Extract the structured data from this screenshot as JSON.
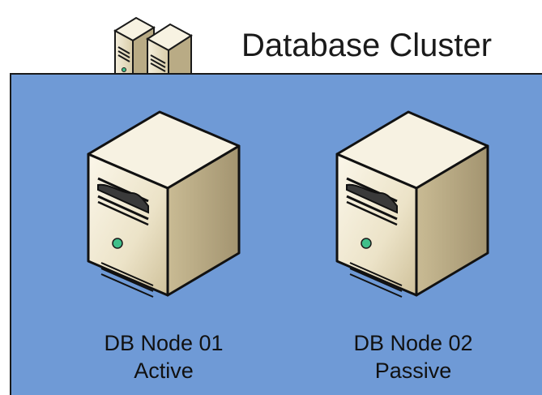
{
  "cluster": {
    "title": "Database Cluster",
    "icon": "server-cluster-icon",
    "fill_color": "#6f9ad6"
  },
  "nodes": [
    {
      "name": "DB Node 01",
      "role": "Active",
      "icon": "server-tower-icon"
    },
    {
      "name": "DB Node 02",
      "role": "Passive",
      "icon": "server-tower-icon"
    }
  ],
  "colors": {
    "server_front": "#eee6cf",
    "server_side": "#b9ab85",
    "server_top": "#f7f2e2",
    "status_light": "#3fbf8a"
  }
}
